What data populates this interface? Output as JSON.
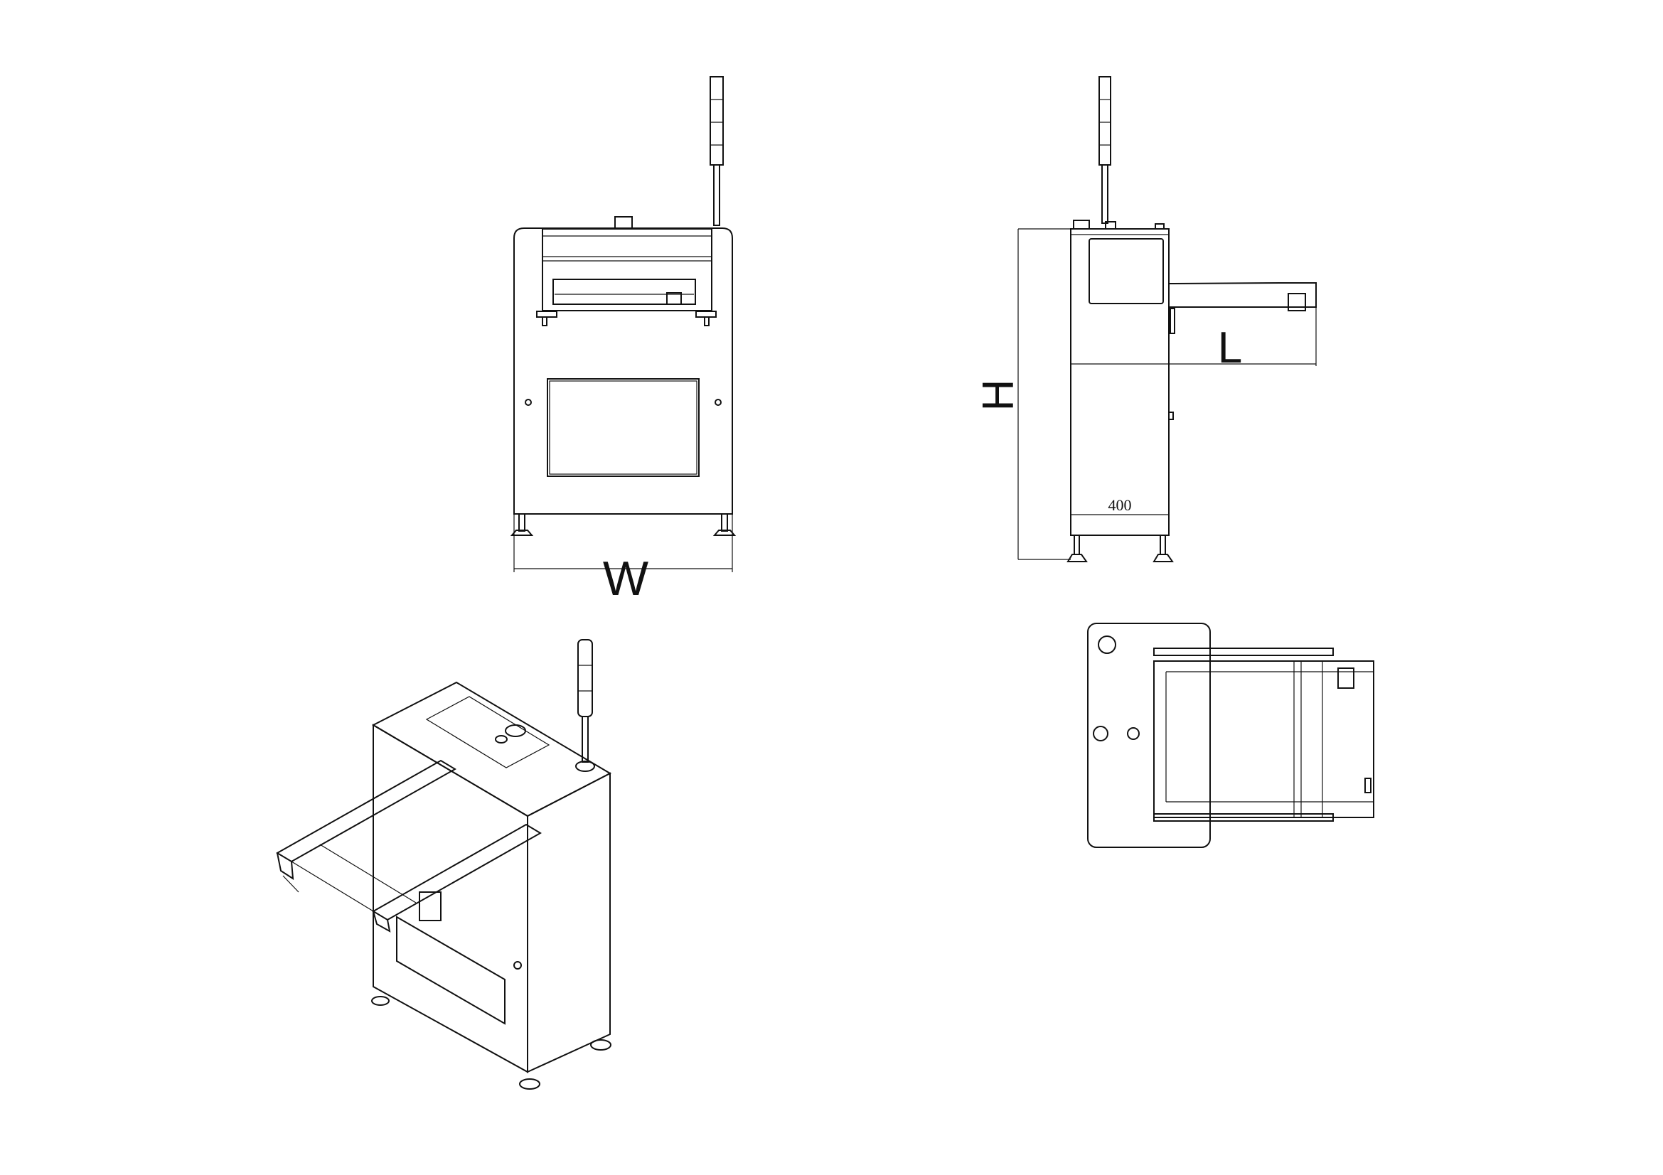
{
  "drawing": {
    "front_view": {
      "dimension_label": "W"
    },
    "side_view": {
      "height_label": "H",
      "length_label": "L",
      "depth_value": "400"
    },
    "top_view": {},
    "isometric_view": {}
  },
  "colors": {
    "line": "#111111",
    "background": "#ffffff"
  }
}
